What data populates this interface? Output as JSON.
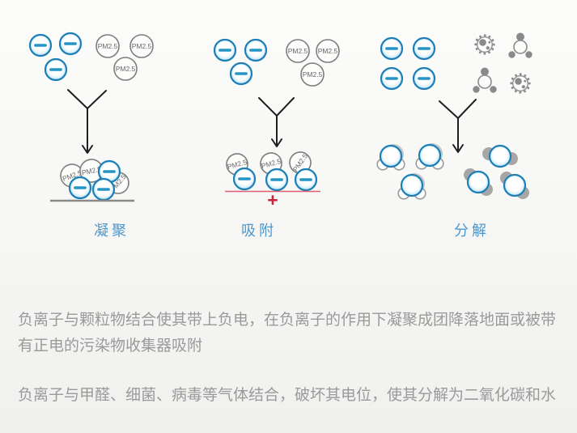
{
  "diagram": {
    "pm_label": "PM2.5",
    "plus_label": "+",
    "groups": [
      {
        "label": "凝聚"
      },
      {
        "label": "吸附"
      },
      {
        "label": "分解"
      }
    ],
    "colors": {
      "ion_border": "#1d7fb5",
      "ion_minus": "#2695c5",
      "ion_fill_edge": "#6cc0e4",
      "pm_outline": "#7d7d7d",
      "pm_text": "#666666",
      "label_blue": "#4d96cb",
      "collector_line_red": "#dd5f72",
      "plus_red": "#c9243a",
      "ground_gray": "#8a8a8a",
      "arrow_black": "#1f1f1f",
      "particle_gray": "#8a8a8a"
    }
  },
  "paragraphs": {
    "p1": "负离子与颗粒物结合使其带上负电，在负离子的作用下凝聚成团降落地面或被带有正电的污染物收集器吸附",
    "p2": "负离子与甲醛、细菌、病毒等气体结合，破坏其电位，使其分解为二氧化碳和水"
  }
}
